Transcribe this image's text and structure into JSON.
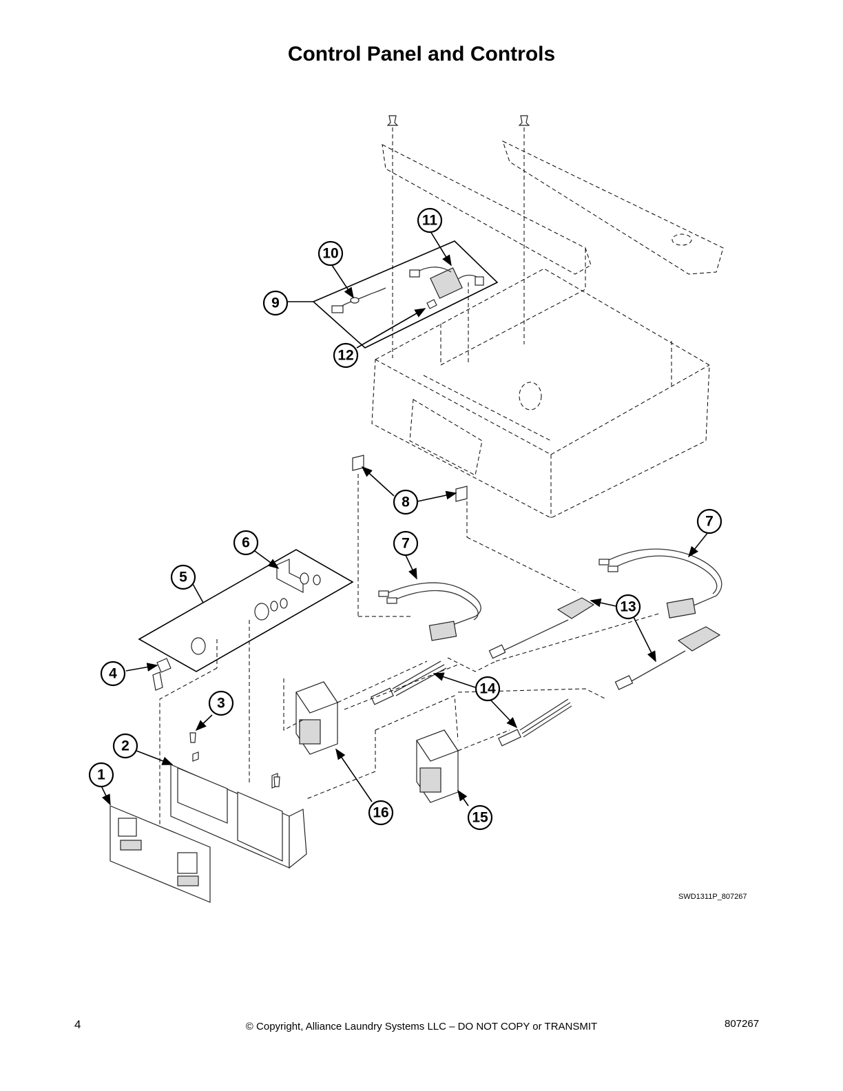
{
  "page": {
    "title": "Control Panel and Controls",
    "figure_id": "SWD1311P_807267",
    "page_number": "4",
    "copyright": "© Copyright, Alliance Laundry Systems LLC – DO NOT COPY or TRANSMIT",
    "document_number": "807267"
  },
  "callouts": [
    {
      "id": "c1",
      "label": "1"
    },
    {
      "id": "c2",
      "label": "2"
    },
    {
      "id": "c3",
      "label": "3"
    },
    {
      "id": "c4",
      "label": "4"
    },
    {
      "id": "c5",
      "label": "5"
    },
    {
      "id": "c6",
      "label": "6"
    },
    {
      "id": "c7a",
      "label": "7"
    },
    {
      "id": "c7b",
      "label": "7"
    },
    {
      "id": "c8",
      "label": "8"
    },
    {
      "id": "c9",
      "label": "9"
    },
    {
      "id": "c10",
      "label": "10"
    },
    {
      "id": "c11",
      "label": "11"
    },
    {
      "id": "c12",
      "label": "12"
    },
    {
      "id": "c13",
      "label": "13"
    },
    {
      "id": "c14",
      "label": "14"
    },
    {
      "id": "c15",
      "label": "15"
    },
    {
      "id": "c16",
      "label": "16"
    }
  ]
}
